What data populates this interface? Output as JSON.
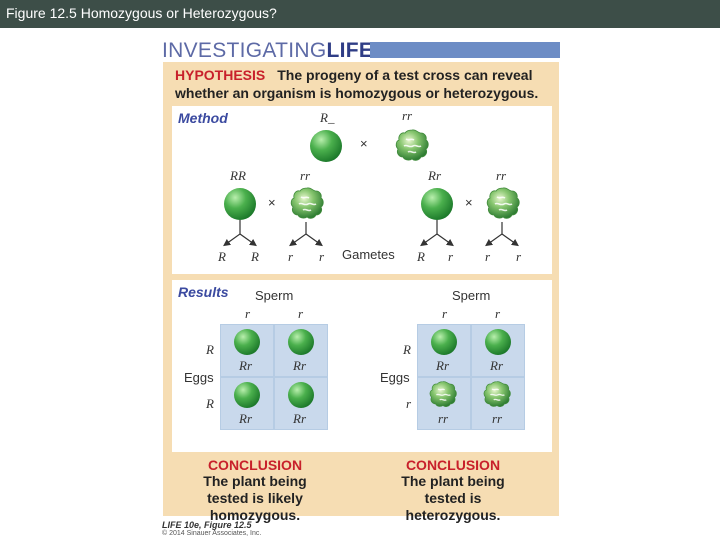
{
  "window": {
    "title": "Figure 12.5 Homozygous or Heterozygous?"
  },
  "brand": {
    "prefix": "INVESTIGATING",
    "suffix": "LIFE"
  },
  "hypothesis": {
    "label": "HYPOTHESIS",
    "text": "The progeny of a test cross can reveal whether an organism is homozygous or heterozygous."
  },
  "method": {
    "label": "Method",
    "parent_top": {
      "left": "R_",
      "right": "rr",
      "cross": "×"
    },
    "left_cross": {
      "left": "RR",
      "right": "rr",
      "cross": "×",
      "gametes": [
        "R",
        "R",
        "r",
        "r"
      ]
    },
    "right_cross": {
      "left": "Rr",
      "right": "rr",
      "cross": "×",
      "gametes": [
        "R",
        "r",
        "r",
        "r"
      ]
    },
    "gametes_label": "Gametes"
  },
  "results": {
    "label": "Results",
    "left": {
      "sperm_label": "Sperm",
      "sperm": [
        "r",
        "r"
      ],
      "eggs_label": "Eggs",
      "eggs": [
        "R",
        "R"
      ],
      "cells": [
        "Rr",
        "Rr",
        "Rr",
        "Rr"
      ],
      "cell_phenotypes": [
        "round",
        "round",
        "round",
        "round"
      ]
    },
    "right": {
      "sperm_label": "Sperm",
      "sperm": [
        "r",
        "r"
      ],
      "eggs_label": "Eggs",
      "eggs": [
        "R",
        "r"
      ],
      "cells": [
        "Rr",
        "Rr",
        "rr",
        "rr"
      ],
      "cell_phenotypes": [
        "round",
        "round",
        "wrinkled",
        "wrinkled"
      ]
    }
  },
  "conclusions": {
    "left": {
      "label": "CONCLUSION",
      "text": "The plant being tested is likely homozygous."
    },
    "right": {
      "label": "CONCLUSION",
      "text": "The plant being tested is heterozygous."
    }
  },
  "credit": {
    "line1": "LIFE 10e, Figure 12.5",
    "line2": "© 2014 Sinauer Associates, Inc."
  },
  "colors": {
    "accent_red": "#c8202b",
    "accent_blue": "#3b4aa0",
    "panel_bg": "#f6ddb3",
    "pea_green": "#2e8b3a"
  }
}
